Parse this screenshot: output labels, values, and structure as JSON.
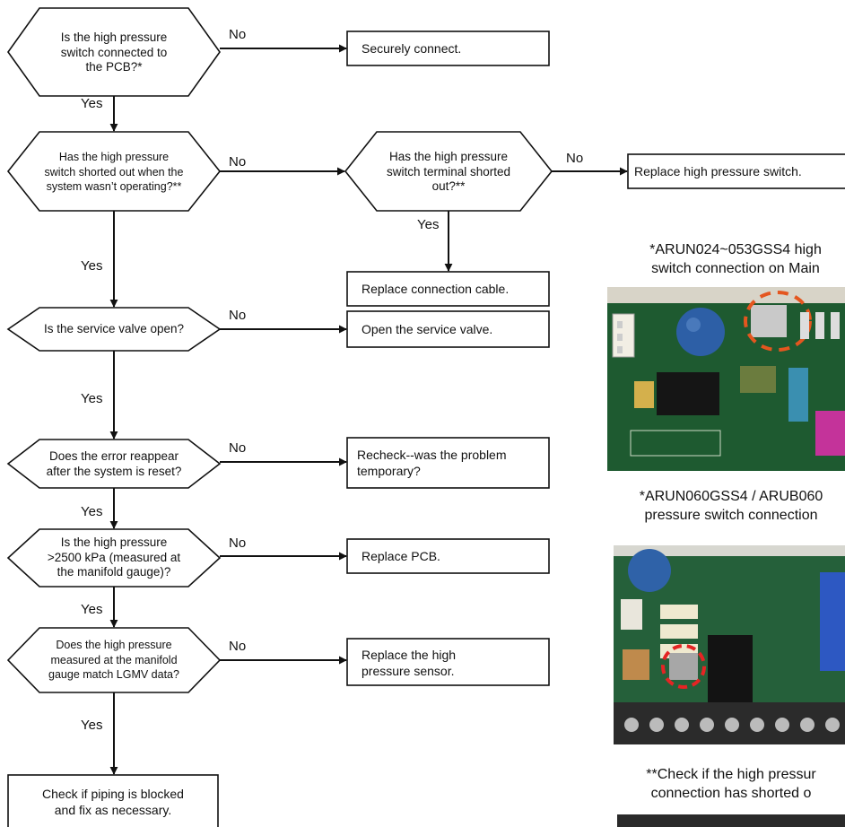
{
  "decisions": [
    "Is the high pressure\nswitch connected to\nthe PCB?*",
    "Has the high pressure\nswitch shorted out when the\nsystem wasn’t operating?**",
    "Has the high pressure\nswitch terminal shorted\nout?**",
    "Is the service valve open?",
    "Does the error reappear\nafter the system is reset?",
    "Is the high pressure\n>2500 kPa (measured at\nthe manifold gauge)?",
    "Does the high pressure\nmeasured at the manifold\ngauge match LGMV data?"
  ],
  "actions": [
    "Securely connect.",
    "Replace high pressure switch.",
    "Replace connection cable.",
    "Open the service valve.",
    "Recheck--was the problem\ntemporary?",
    "Replace PCB.",
    "Replace the high\npressure sensor.",
    "Check if piping is blocked\nand fix as necessary."
  ],
  "labels": {
    "yes": "Yes",
    "no": "No"
  },
  "captions": [
    "*ARUN024~053GSS4 high\nswitch connection on Main",
    "*ARUN060GSS4 / ARUB060\npressure switch connection",
    "**Check if the high pressur\nconnection has shorted o"
  ]
}
